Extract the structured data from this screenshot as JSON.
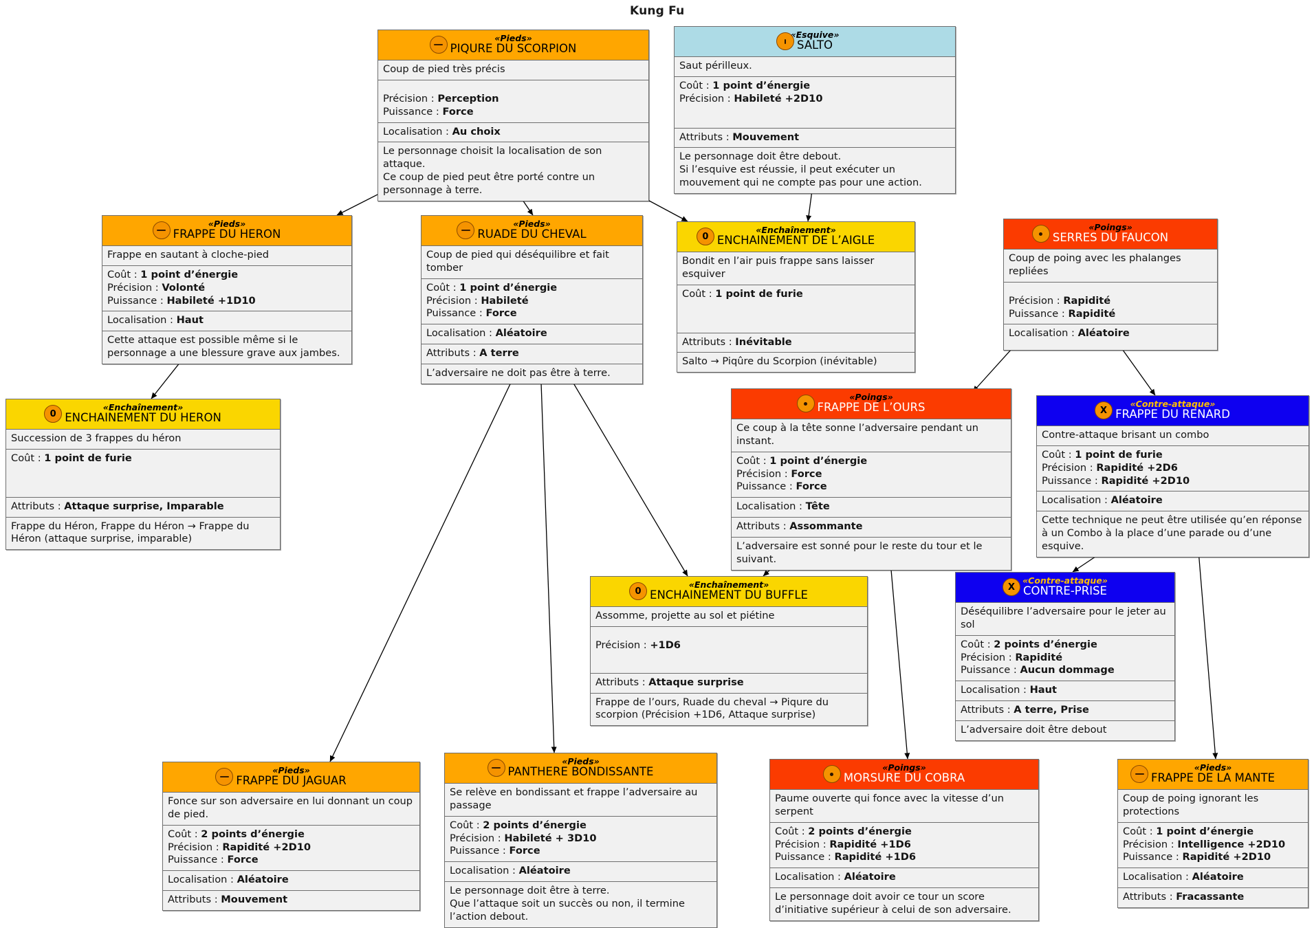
{
  "title": "Kung Fu",
  "colors": {
    "pieds": "#ffa600",
    "poings": "#fb3b00",
    "esquive": "#addbe6",
    "enchainement": "#fad600",
    "contre_attaque": "#0e00f0",
    "body": "#f1f1f1",
    "border": "#6e6e6e"
  },
  "labels": {
    "cout": "Coût : ",
    "precision": "Précision : ",
    "puissance": "Puissance : ",
    "localisation": "Localisation : ",
    "attributs": "Attributs : "
  },
  "cards": {
    "piqure_scorpion": {
      "stereotype": "«Pieds»",
      "name": "PIQURE DU SCORPION",
      "badge": "minus-icon",
      "kind": "pieds",
      "description": "Coup de pied très précis",
      "cout": "",
      "precision": "Perception",
      "puissance": "Force",
      "localisation": "Au choix",
      "attributs": "",
      "note": "Le personnage choisit la localisation de son attaque.\nCe coup de pied peut être porté contre un personnage à terre."
    },
    "salto": {
      "stereotype": "«Esquive»",
      "name": "SALTO",
      "badge": "tick-icon",
      "kind": "esquive",
      "description": "Saut périlleux.",
      "cout": "1 point d’énergie",
      "precision": "Habileté +2D10",
      "puissance": "",
      "localisation": "",
      "attributs": "Mouvement",
      "note": "Le personnage doit être debout.\nSi l’esquive est réussie, il peut exécuter un mouvement qui ne compte pas pour une action."
    },
    "frappe_heron": {
      "stereotype": "«Pieds»",
      "name": "FRAPPE DU HERON",
      "badge": "minus-icon",
      "kind": "pieds",
      "description": "Frappe en sautant à cloche-pied",
      "cout": "1 point d’énergie",
      "precision": "Volonté",
      "puissance": "Habileté +1D10",
      "localisation": "Haut",
      "attributs": "",
      "note": "Cette attaque est possible même si le personnage a une blessure grave aux jambes."
    },
    "ruade_cheval": {
      "stereotype": "«Pieds»",
      "name": "RUADE DU CHEVAL",
      "badge": "minus-icon",
      "kind": "pieds",
      "description": "Coup de pied qui déséquilibre et fait tomber",
      "cout": "1 point d’énergie",
      "precision": "Habileté",
      "puissance": "Force",
      "localisation": "Aléatoire",
      "attributs": "A terre",
      "note": "L’adversaire ne doit pas être à terre."
    },
    "ench_aigle": {
      "stereotype": "«Enchaînement»",
      "name": "ENCHAINEMENT DE L’AIGLE",
      "badge": "zero-icon",
      "kind": "enchainement",
      "description": "Bondit en l’air puis frappe sans laisser esquiver",
      "cout": "1 point de furie",
      "precision": "",
      "puissance": "",
      "localisation": "",
      "attributs": "Inévitable",
      "note": "Salto → Piqûre du Scorpion (inévitable)"
    },
    "serres_faucon": {
      "stereotype": "«Poings»",
      "name": "SERRES DU FAUCON",
      "badge": "dot-icon",
      "kind": "poings",
      "description": "Coup de poing avec les phalanges repliées",
      "cout": "",
      "precision": "Rapidité",
      "puissance": "Rapidité",
      "localisation": "Aléatoire",
      "attributs": "",
      "note": ""
    },
    "ench_heron": {
      "stereotype": "«Enchaînement»",
      "name": "ENCHAINEMENT DU HERON",
      "badge": "zero-icon",
      "kind": "enchainement",
      "description": "Succession de 3 frappes du héron",
      "cout": "1 point de furie",
      "precision": "",
      "puissance": "",
      "localisation": "",
      "attributs": "Attaque surprise, Imparable",
      "note": "Frappe du Héron, Frappe du Héron → Frappe du Héron (attaque surprise, imparable)"
    },
    "frappe_ours": {
      "stereotype": "«Poings»",
      "name": "FRAPPE DE L’OURS",
      "badge": "dot-icon",
      "kind": "poings",
      "description": "Ce coup à la tête sonne l’adversaire pendant un instant.",
      "cout": "1 point d’énergie",
      "precision": "Force",
      "puissance": "Force",
      "localisation": "Tête",
      "attributs": "Assommante",
      "note": "L’adversaire est sonné pour le reste du tour et le suivant."
    },
    "frappe_renard": {
      "stereotype": "«Contre-attaque»",
      "name": "FRAPPE DU RENARD",
      "badge": "x-icon",
      "kind": "contre",
      "description": "Contre-attaque brisant un combo",
      "cout": "1 point de furie",
      "precision": "Rapidité +2D6",
      "puissance": "Rapidité +2D10",
      "localisation": "Aléatoire",
      "attributs": "",
      "note": "Cette technique ne peut être utilisée qu’en réponse à un Combo à la place d’une parade ou d’une esquive."
    },
    "ench_buffle": {
      "stereotype": "«Enchaînement»",
      "name": "ENCHAINEMENT DU BUFFLE",
      "badge": "zero-icon",
      "kind": "enchainement",
      "description": "Assomme, projette au sol et piétine",
      "cout": "",
      "precision": "+1D6",
      "puissance": "",
      "localisation": "",
      "attributs": "Attaque surprise",
      "note": "Frappe de l’ours, Ruade du cheval → Piqure du scorpion (Précision +1D6, Attaque surprise)"
    },
    "contre_prise": {
      "stereotype": "«Contre-attaque»",
      "name": "CONTRE-PRISE",
      "badge": "x-icon",
      "kind": "contre",
      "description": "Déséquilibre l’adversaire pour le jeter au sol",
      "cout": "2 points d’énergie",
      "precision": "Rapidité",
      "puissance": "Aucun dommage",
      "localisation": "Haut",
      "attributs": "A terre, Prise",
      "note": "L’adversaire doit être debout"
    },
    "frappe_jaguar": {
      "stereotype": "«Pieds»",
      "name": "FRAPPE DU JAGUAR",
      "badge": "minus-icon",
      "kind": "pieds",
      "description": "Fonce sur son adversaire en lui donnant un coup de pied.",
      "cout": "2 points d’énergie",
      "precision": "Rapidité +2D10",
      "puissance": "Force",
      "localisation": "Aléatoire",
      "attributs": "Mouvement",
      "note": ""
    },
    "panthere_bondissante": {
      "stereotype": "«Pieds»",
      "name": "PANTHERE BONDISSANTE",
      "badge": "minus-icon",
      "kind": "pieds",
      "description": "Se relève en bondissant et frappe l’adversaire au passage",
      "cout": "2 points d’énergie",
      "precision": "Habileté + 3D10",
      "puissance": "Force",
      "localisation": "Aléatoire",
      "attributs": "",
      "note": "Le personnage doit être à terre.\nQue l’attaque soit un succès ou non, il termine l’action debout."
    },
    "morsure_cobra": {
      "stereotype": "«Poings»",
      "name": "MORSURE DU COBRA",
      "badge": "dot-icon",
      "kind": "poings",
      "description": "Paume ouverte qui fonce avec la vitesse d’un serpent",
      "cout": "2 points d’énergie",
      "precision": "Rapidité +1D6",
      "puissance": "Rapidité +1D6",
      "localisation": "Aléatoire",
      "attributs": "",
      "note": "Le personnage doit avoir ce tour un score d’initiative supérieur à celui de son adversaire."
    },
    "frappe_mante": {
      "stereotype": "«Pieds»",
      "name": "FRAPPE DE LA MANTE",
      "badge": "minus-icon",
      "kind": "pieds",
      "description": "Coup de poing ignorant les protections",
      "cout": "1 point d’énergie",
      "precision": "Intelligence +2D10",
      "puissance": "Rapidité +2D10",
      "localisation": "Aléatoire",
      "attributs": "Fracassante",
      "note": ""
    }
  }
}
